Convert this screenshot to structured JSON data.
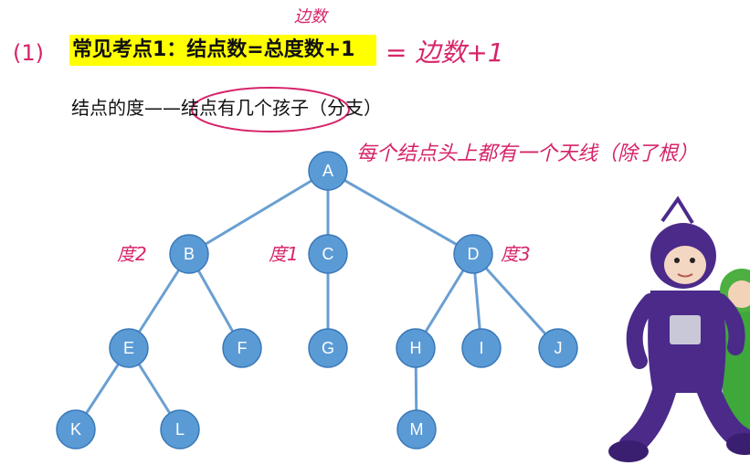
{
  "heading": {
    "number": "(1)",
    "title": "常见考点1：结点数=总度数+1"
  },
  "annotations": {
    "equals_edges": "= 边数+1",
    "top_note": "边数",
    "node_note": "每个结点头上都有一个天线（除了根）",
    "degree_b": "度2",
    "degree_c": "度1",
    "degree_d": "度3"
  },
  "definition": {
    "term": "结点的度——",
    "circled": "结点有几个孩子",
    "suffix": "（分支）"
  },
  "tree": {
    "nodes": [
      {
        "id": "A",
        "label": "A"
      },
      {
        "id": "B",
        "label": "B"
      },
      {
        "id": "C",
        "label": "C"
      },
      {
        "id": "D",
        "label": "D"
      },
      {
        "id": "E",
        "label": "E"
      },
      {
        "id": "F",
        "label": "F"
      },
      {
        "id": "G",
        "label": "G"
      },
      {
        "id": "H",
        "label": "H"
      },
      {
        "id": "I",
        "label": "I"
      },
      {
        "id": "J",
        "label": "J"
      },
      {
        "id": "K",
        "label": "K"
      },
      {
        "id": "L",
        "label": "L"
      },
      {
        "id": "M",
        "label": "M"
      }
    ],
    "edges": [
      [
        "A",
        "B"
      ],
      [
        "A",
        "C"
      ],
      [
        "A",
        "D"
      ],
      [
        "B",
        "E"
      ],
      [
        "B",
        "F"
      ],
      [
        "C",
        "G"
      ],
      [
        "D",
        "H"
      ],
      [
        "D",
        "I"
      ],
      [
        "D",
        "J"
      ],
      [
        "E",
        "K"
      ],
      [
        "E",
        "L"
      ],
      [
        "H",
        "M"
      ]
    ]
  },
  "colors": {
    "node_fill": "#5b9bd5",
    "node_stroke": "#3a78b8",
    "edge": "#6a9fd2",
    "ink": "#d6246a",
    "highlight": "#ffff00"
  }
}
